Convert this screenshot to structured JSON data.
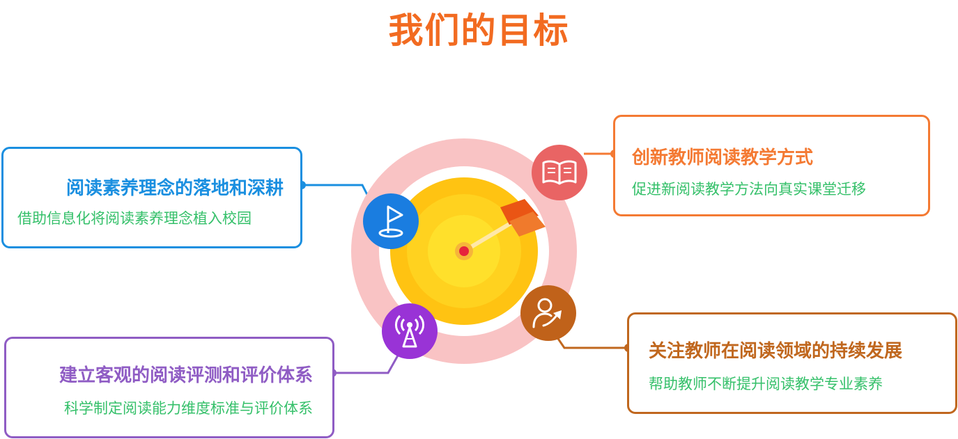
{
  "title": "我们的目标",
  "goals": [
    {
      "heading": "阅读素养理念的落地和深耕",
      "subtitle": "借助信息化将阅读素养理念植入校园",
      "icon": "flag-icon",
      "color": "#1a8fe0"
    },
    {
      "heading": "创新教师阅读教学方式",
      "subtitle": "促进新阅读教学方法向真实课堂迁移",
      "icon": "book-icon",
      "color": "#f47a33"
    },
    {
      "heading": "建立客观的阅读评测和评价体系",
      "subtitle": "科学制定阅读能力维度标准与评价体系",
      "icon": "broadcast-tower-icon",
      "color": "#8f5cc4"
    },
    {
      "heading": "关注教师在阅读领域的持续发展",
      "subtitle": "帮助教师不断提升阅读教学专业素养",
      "icon": "user-growth-icon",
      "color": "#c0671e"
    }
  ],
  "colors": {
    "title": "#f26b21",
    "subtitle_text": "#35c06a"
  }
}
